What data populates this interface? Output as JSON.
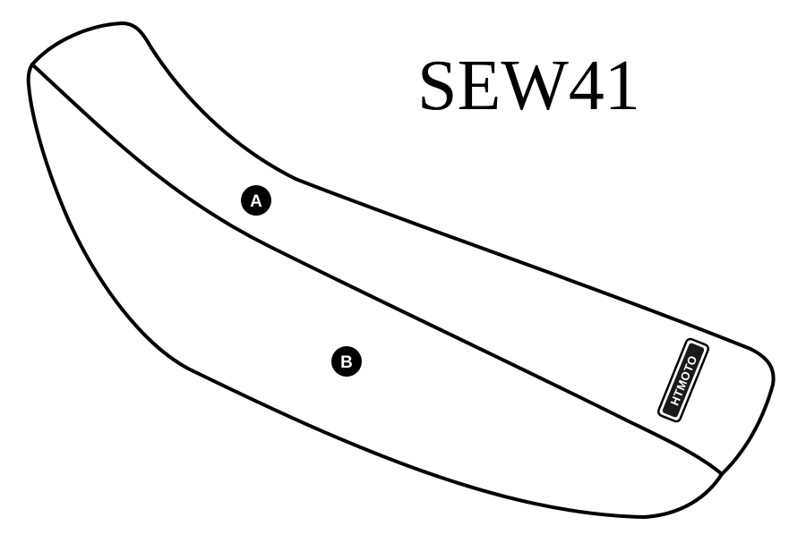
{
  "model_code": "SEW41",
  "panels": [
    {
      "id": "A",
      "label": "A"
    },
    {
      "id": "B",
      "label": "B"
    }
  ],
  "logo": {
    "text": "HTMOTO"
  },
  "colors": {
    "outline": "#000000",
    "background": "#ffffff",
    "marker": "#000000",
    "marker_text": "#ffffff"
  }
}
